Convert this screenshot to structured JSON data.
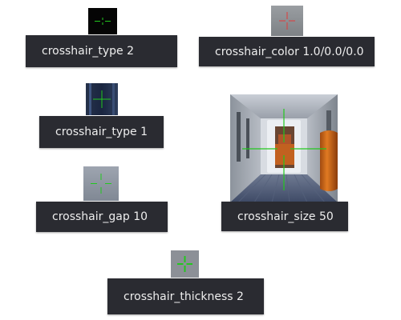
{
  "colors": {
    "label_background": "#2a2b31",
    "label_text": "#eeeeee",
    "crosshair_green": "#22c81e",
    "crosshair_red": "#e23a3a"
  },
  "tiles": [
    {
      "id": "type2",
      "label": "crosshair_type 2"
    },
    {
      "id": "color",
      "label": "crosshair_color 1.0/0.0/0.0"
    },
    {
      "id": "type1",
      "label": "crosshair_type 1"
    },
    {
      "id": "gap",
      "label": "crosshair_gap 10"
    },
    {
      "id": "size",
      "label": "crosshair_size 50"
    },
    {
      "id": "thickness",
      "label": "crosshair_thickness 2"
    }
  ]
}
